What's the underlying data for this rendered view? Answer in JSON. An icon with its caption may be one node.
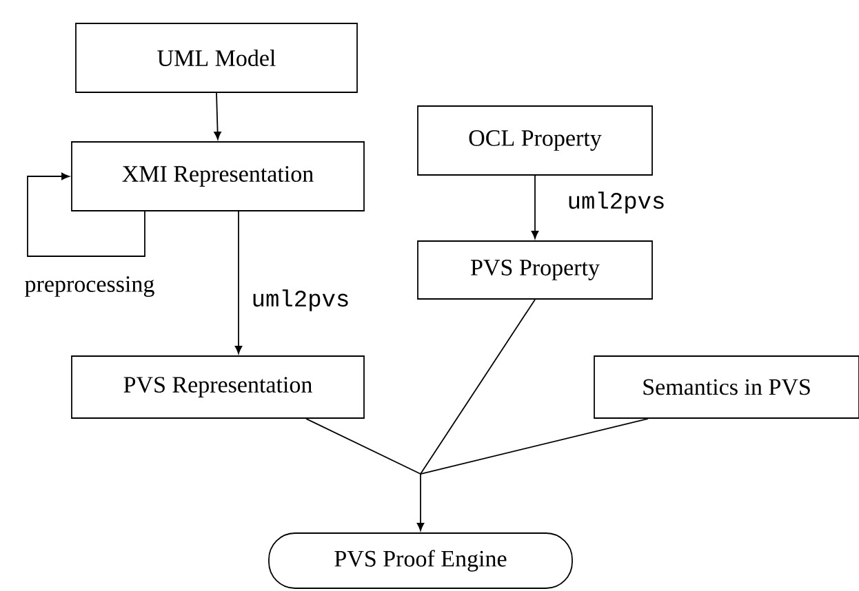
{
  "diagram": {
    "nodes": [
      {
        "text": [
          "UML Model"
        ]
      },
      {
        "text": [
          "XMI Representation"
        ]
      },
      {
        "text": [
          "OCL Property"
        ]
      },
      {
        "text": [
          "PVS Property"
        ]
      },
      {
        "text": [
          "PVS Representation"
        ]
      },
      {
        "text": [
          "Semantics in PVS"
        ]
      },
      {
        "text": [
          "PVS Proof Engine"
        ]
      }
    ],
    "edges": [
      {
        "from": 0,
        "to": 1,
        "arrow": "to"
      },
      {
        "from": 1,
        "to": 1,
        "arrow": "to",
        "label": "preprocessing"
      },
      {
        "from": 1,
        "to": 4,
        "arrow": "to",
        "label": "uml2pvs"
      },
      {
        "from": 2,
        "to": 3,
        "arrow": "to",
        "label": "uml2pvs"
      },
      {
        "from": 4,
        "to": 6,
        "arrow": "to"
      },
      {
        "from": 3,
        "to": 6,
        "arrow": "to"
      },
      {
        "from": 5,
        "to": 6,
        "arrow": "to"
      }
    ]
  }
}
